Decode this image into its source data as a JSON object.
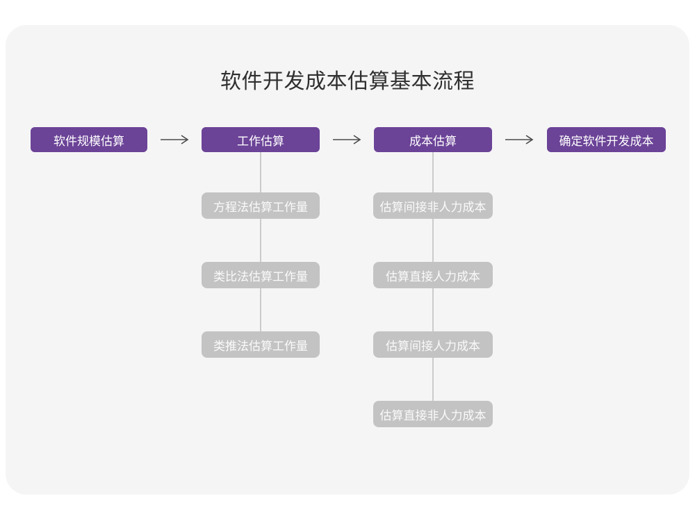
{
  "title": "软件开发成本估算基本流程",
  "flowchart": {
    "main_steps": [
      {
        "label": "软件规模估算"
      },
      {
        "label": "工作估算"
      },
      {
        "label": "成本估算"
      },
      {
        "label": "确定软件开发成本"
      }
    ],
    "work_estimation_methods": [
      {
        "label": "方程法估算工作量"
      },
      {
        "label": "类比法估算工作量"
      },
      {
        "label": "类推法估算工作量"
      }
    ],
    "cost_estimation_steps": [
      {
        "label": "估算间接非人力成本"
      },
      {
        "label": "估算直接人力成本"
      },
      {
        "label": "估算间接人力成本"
      },
      {
        "label": "估算直接非人力成本"
      }
    ],
    "arrow_icon": "right-arrow"
  },
  "colors": {
    "primary": "#6b4397",
    "secondary_node": "#c3c3c3",
    "connector": "#cbcbcb",
    "arrow": "#4a4a4a",
    "canvas": "#f5f5f6",
    "page_background": "#ffffff",
    "title_text": "#2f2f2f",
    "node_text": "#fafafa"
  }
}
